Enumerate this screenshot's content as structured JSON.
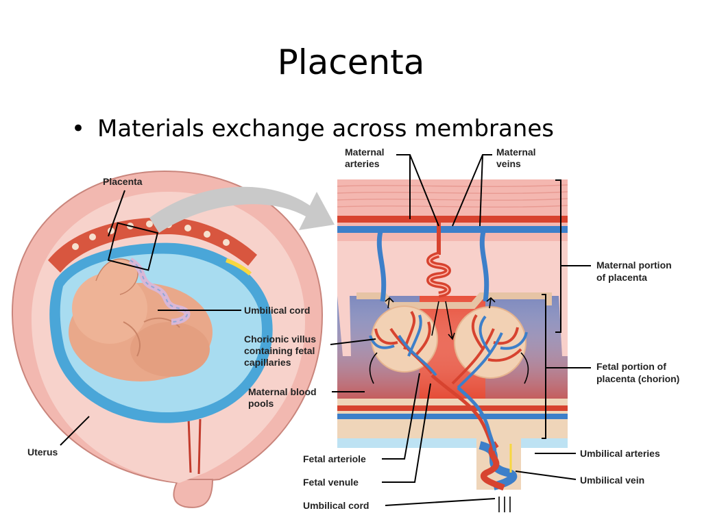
{
  "slide": {
    "title": "Placenta",
    "bullet": "Materials exchange across membranes"
  },
  "labels": {
    "placenta": "Placenta",
    "umbilical_cord_left": "Umbilical cord",
    "chorionic_villus_1": "Chorionic villus",
    "chorionic_villus_2": "containing fetal",
    "chorionic_villus_3": "capillaries",
    "maternal_blood_1": "Maternal blood",
    "maternal_blood_2": "pools",
    "uterus": "Uterus",
    "maternal_arteries_1": "Maternal",
    "maternal_arteries_2": "arteries",
    "maternal_veins_1": "Maternal",
    "maternal_veins_2": "veins",
    "maternal_portion_1": "Maternal portion",
    "maternal_portion_2": "of placenta",
    "fetal_portion_1": "Fetal portion of",
    "fetal_portion_2": "placenta (chorion)",
    "umbilical_arteries": "Umbilical arteries",
    "umbilical_vein": "Umbilical vein",
    "fetal_arteriole": "Fetal arteriole",
    "fetal_venule": "Fetal venule",
    "umbilical_cord_bottom": "Umbilical cord"
  },
  "colors": {
    "artery_red": "#e2432e",
    "vein_blue": "#3d7fc9",
    "uterus_pink": "#f2b8b0",
    "amniotic_blue": "#4aa6d8",
    "fetus_skin": "#e9a88a",
    "tissue_tan": "#e6c4a5",
    "arrow_grey": "#c9c9c9"
  }
}
